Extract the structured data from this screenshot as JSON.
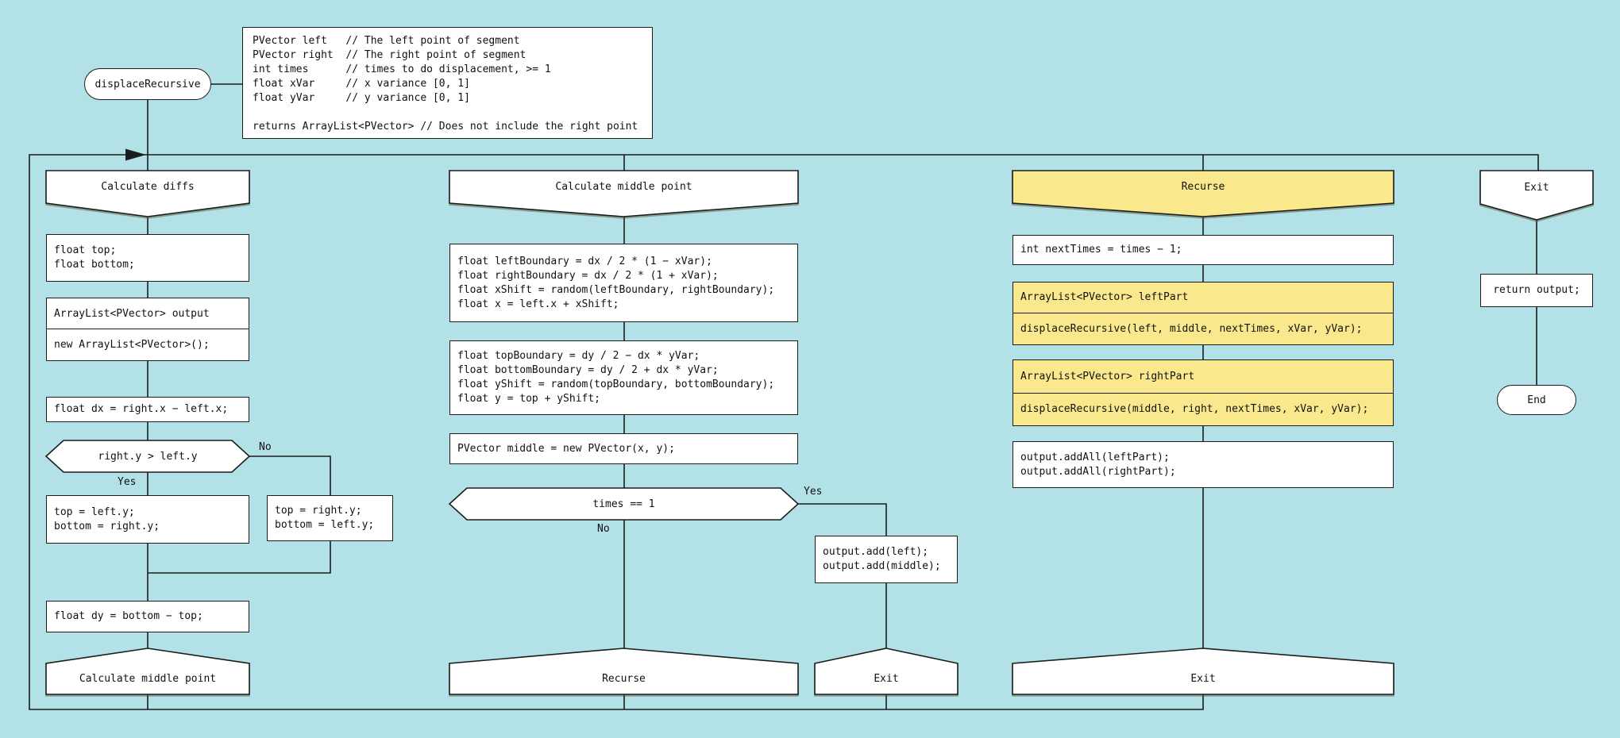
{
  "colors": {
    "background": "#B2E2E8",
    "accent_yellow": "#F9E88C",
    "shape_fill": "#FFFFFF",
    "line": "#1C1C1C"
  },
  "start": {
    "label": "displaceRecursive"
  },
  "signature_comment": {
    "text": "PVector left   // The left point of segment\nPVector right  // The right point of segment\nint times      // times to do displacement, >= 1\nfloat xVar     // x variance [0, 1]\nfloat yVar     // y variance [0, 1]\n\nreturns ArrayList<PVector> // Does not include the right point"
  },
  "branch_calculate_diffs": {
    "header": "Calculate diffs",
    "declare_vars": "float top;\nfloat bottom;",
    "output_var": "ArrayList<PVector> output",
    "output_init": "new ArrayList<PVector>();",
    "calc_dx": "float dx = right.x − left.x;",
    "condition": "right.y > left.y",
    "label_yes": "Yes",
    "label_no": "No",
    "yes_assign": "top = left.y;\nbottom = right.y;",
    "no_assign": "top = right.y;\nbottom = left.y;",
    "calc_dy": "float dy = bottom − top;",
    "address": "Calculate middle point"
  },
  "branch_calculate_middle_point": {
    "header": "Calculate middle point",
    "calc_x": "float leftBoundary = dx / 2 * (1 − xVar);\nfloat rightBoundary = dx / 2 * (1 + xVar);\nfloat xShift = random(leftBoundary, rightBoundary);\nfloat x = left.x + xShift;",
    "calc_y": "float topBoundary = dy / 2 − dx * yVar;\nfloat bottomBoundary = dy / 2 + dx * yVar;\nfloat yShift = random(topBoundary, bottomBoundary);\nfloat y = top + yShift;",
    "make_middle": "PVector middle = new PVector(x, y);",
    "condition": "times == 1",
    "label_yes": "Yes",
    "label_no": "No",
    "base_case": "output.add(left);\noutput.add(middle);",
    "address_no": "Recurse",
    "address_yes": "Exit"
  },
  "branch_recurse": {
    "header": "Recurse",
    "next_times": "int nextTimes = times − 1;",
    "left_part_var": "ArrayList<PVector> leftPart",
    "left_part_call": "displaceRecursive(left, middle, nextTimes, xVar, yVar);",
    "right_part_var": "ArrayList<PVector> rightPart",
    "right_part_call": "displaceRecursive(middle, right, nextTimes, xVar, yVar);",
    "combine": "output.addAll(leftPart);\noutput.addAll(rightPart);",
    "address": "Exit"
  },
  "branch_exit": {
    "header": "Exit",
    "return_stmt": "return output;",
    "end_label": "End"
  }
}
